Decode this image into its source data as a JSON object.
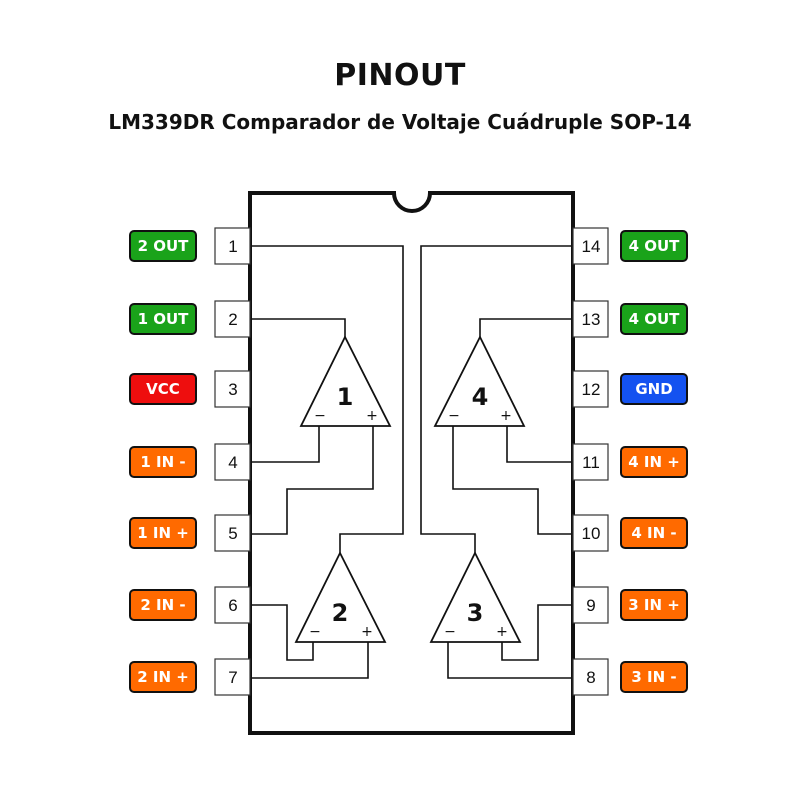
{
  "header": {
    "title": "PINOUT",
    "subtitle": "LM339DR Comparador de Voltaje Cuádruple SOP-14"
  },
  "colors": {
    "output": "#1aa31a",
    "power": "#ee0e0e",
    "ground": "#1452f0",
    "input": "#ff6a00",
    "outline": "#111111"
  },
  "pins": [
    {
      "number": "1",
      "label": "2 OUT",
      "type": "output",
      "side": "left"
    },
    {
      "number": "2",
      "label": "1 OUT",
      "type": "output",
      "side": "left"
    },
    {
      "number": "3",
      "label": "VCC",
      "type": "power",
      "side": "left"
    },
    {
      "number": "4",
      "label": "1 IN -",
      "type": "input",
      "side": "left"
    },
    {
      "number": "5",
      "label": "1 IN +",
      "type": "input",
      "side": "left"
    },
    {
      "number": "6",
      "label": "2 IN -",
      "type": "input",
      "side": "left"
    },
    {
      "number": "7",
      "label": "2 IN +",
      "type": "input",
      "side": "left"
    },
    {
      "number": "14",
      "label": "4 OUT",
      "type": "output",
      "side": "right"
    },
    {
      "number": "13",
      "label": "4 OUT",
      "type": "output",
      "side": "right"
    },
    {
      "number": "12",
      "label": "GND",
      "type": "ground",
      "side": "right"
    },
    {
      "number": "11",
      "label": "4 IN +",
      "type": "input",
      "side": "right"
    },
    {
      "number": "10",
      "label": "4 IN -",
      "type": "input",
      "side": "right"
    },
    {
      "number": "9",
      "label": "3 IN +",
      "type": "input",
      "side": "right"
    },
    {
      "number": "8",
      "label": "3 IN -",
      "type": "input",
      "side": "right"
    }
  ],
  "comparators": [
    {
      "id": "1",
      "minus": "−",
      "plus": "+"
    },
    {
      "id": "4",
      "minus": "−",
      "plus": "+"
    },
    {
      "id": "2",
      "minus": "−",
      "plus": "+"
    },
    {
      "id": "3",
      "minus": "−",
      "plus": "+"
    }
  ]
}
